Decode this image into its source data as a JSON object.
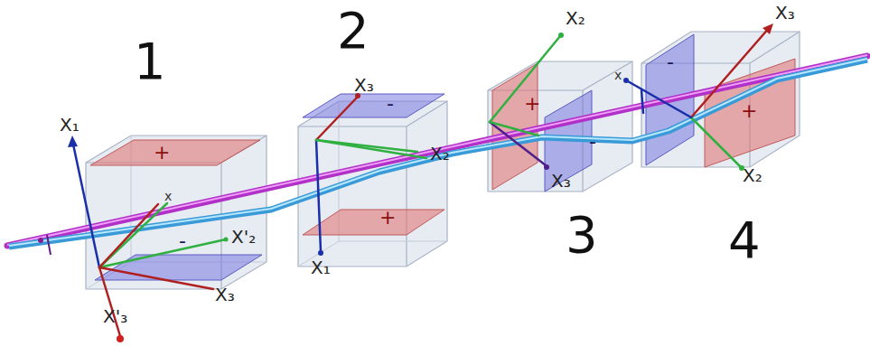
{
  "diagram": {
    "labels": [
      "1",
      "2",
      "3",
      "4",
      "X₁",
      "+",
      "-",
      "X'₂",
      "X₃",
      "X'₃",
      "x",
      "X₃",
      "-",
      "+",
      "X₂",
      "X₁",
      "X₂",
      "+",
      "-",
      "X₃",
      "X₃",
      "x",
      "-",
      "+",
      "X₂"
    ]
  }
}
